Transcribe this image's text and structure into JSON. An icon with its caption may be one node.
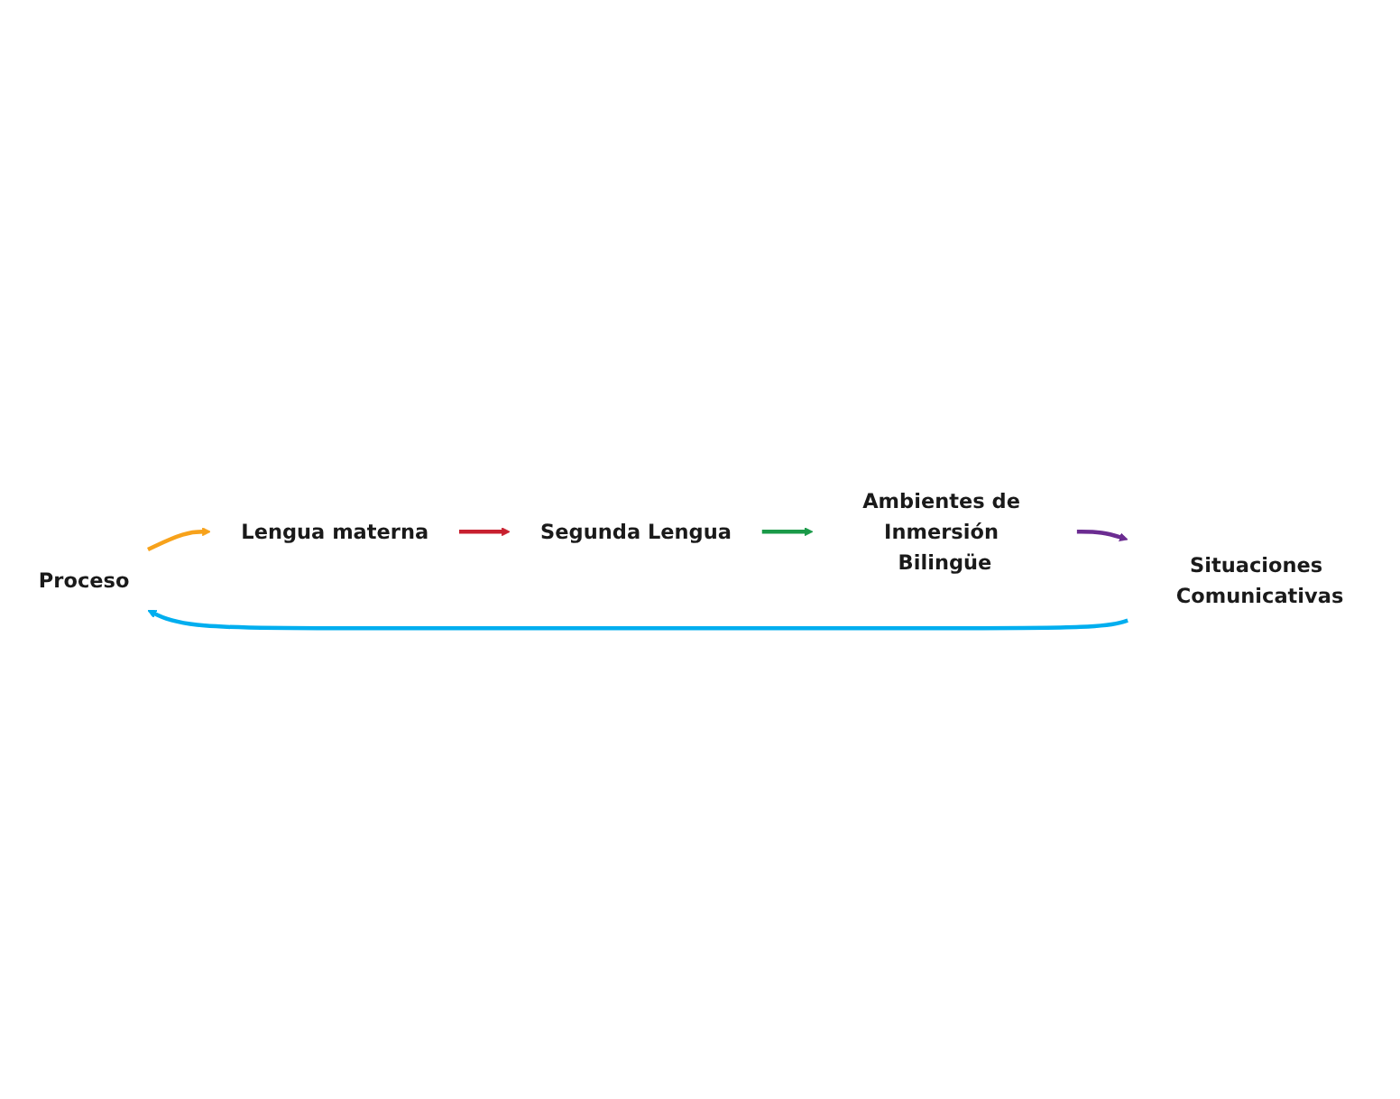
{
  "diagram": {
    "nodes": [
      {
        "text": [
          "Proceso"
        ]
      },
      {
        "text": [
          "Lengua materna"
        ]
      },
      {
        "text": [
          "Segunda Lengua"
        ]
      },
      {
        "text": [
          "Ambientes de Inmersión Bilingüe"
        ]
      },
      {
        "text": [
          "Situaciones Comunicativas"
        ]
      }
    ],
    "edges": [
      {
        "from": 0,
        "to": 1,
        "arrow": "to",
        "color": "#f7a21b"
      },
      {
        "from": 1,
        "to": 2,
        "arrow": "to",
        "color": "#c8202f"
      },
      {
        "from": 2,
        "to": 3,
        "arrow": "to",
        "color": "#1a9a48"
      },
      {
        "from": 3,
        "to": 4,
        "arrow": "to",
        "color": "#6b2c91"
      },
      {
        "from": 4,
        "to": 0,
        "arrow": "to",
        "color": "#00aeef"
      }
    ]
  }
}
